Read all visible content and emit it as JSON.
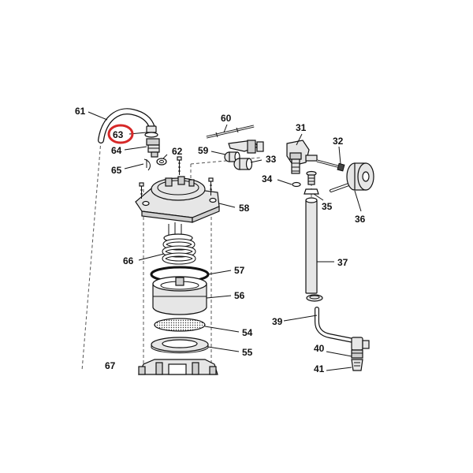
{
  "diagram": {
    "highlight_color": "#d62828",
    "highlighted_part": "63",
    "callouts": {
      "c61": "61",
      "c63": "63",
      "c64": "64",
      "c65": "65",
      "c62": "62",
      "c60": "60",
      "c59": "59",
      "c33": "33",
      "c31": "31",
      "c32": "32",
      "c34": "34",
      "c35": "35",
      "c36": "36",
      "c58": "58",
      "c66": "66",
      "c57": "57",
      "c56": "56",
      "c37": "37",
      "c39": "39",
      "c54": "54",
      "c55": "55",
      "c40": "40",
      "c67": "67",
      "c41": "41"
    }
  }
}
